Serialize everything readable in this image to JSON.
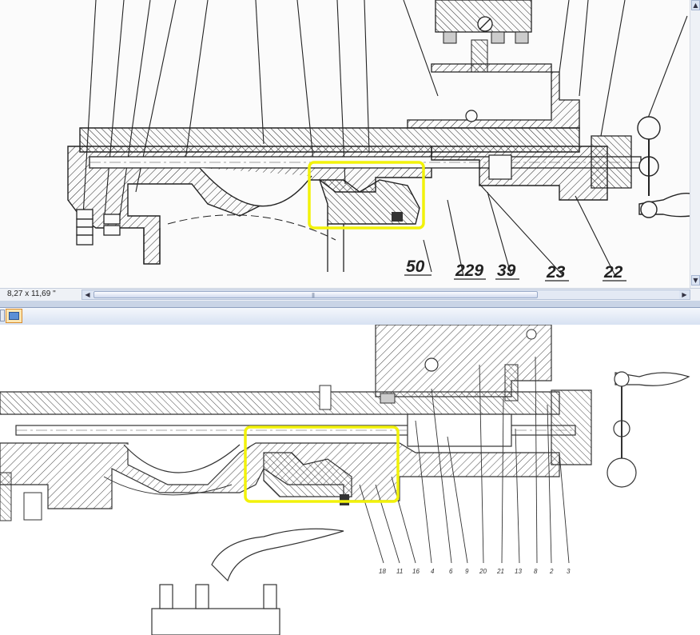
{
  "status": {
    "page_size": "8,27 x 11,69 \""
  },
  "top_drawing": {
    "part_numbers": [
      "50",
      "229",
      "39",
      "23",
      "22"
    ]
  },
  "bottom_drawing": {
    "part_numbers": [
      "18",
      "11",
      "16",
      "4",
      "6",
      "9",
      "20",
      "21",
      "13",
      "8",
      "2",
      "3"
    ]
  },
  "colors": {
    "highlight": "#f2f20a",
    "toolbar": "#d7e2f2",
    "scrollbar": "#e3e9f4"
  },
  "icons": [
    "scroll-up-icon",
    "scroll-down-icon",
    "scroll-left-icon",
    "scroll-right-icon",
    "image-view-icon"
  ]
}
